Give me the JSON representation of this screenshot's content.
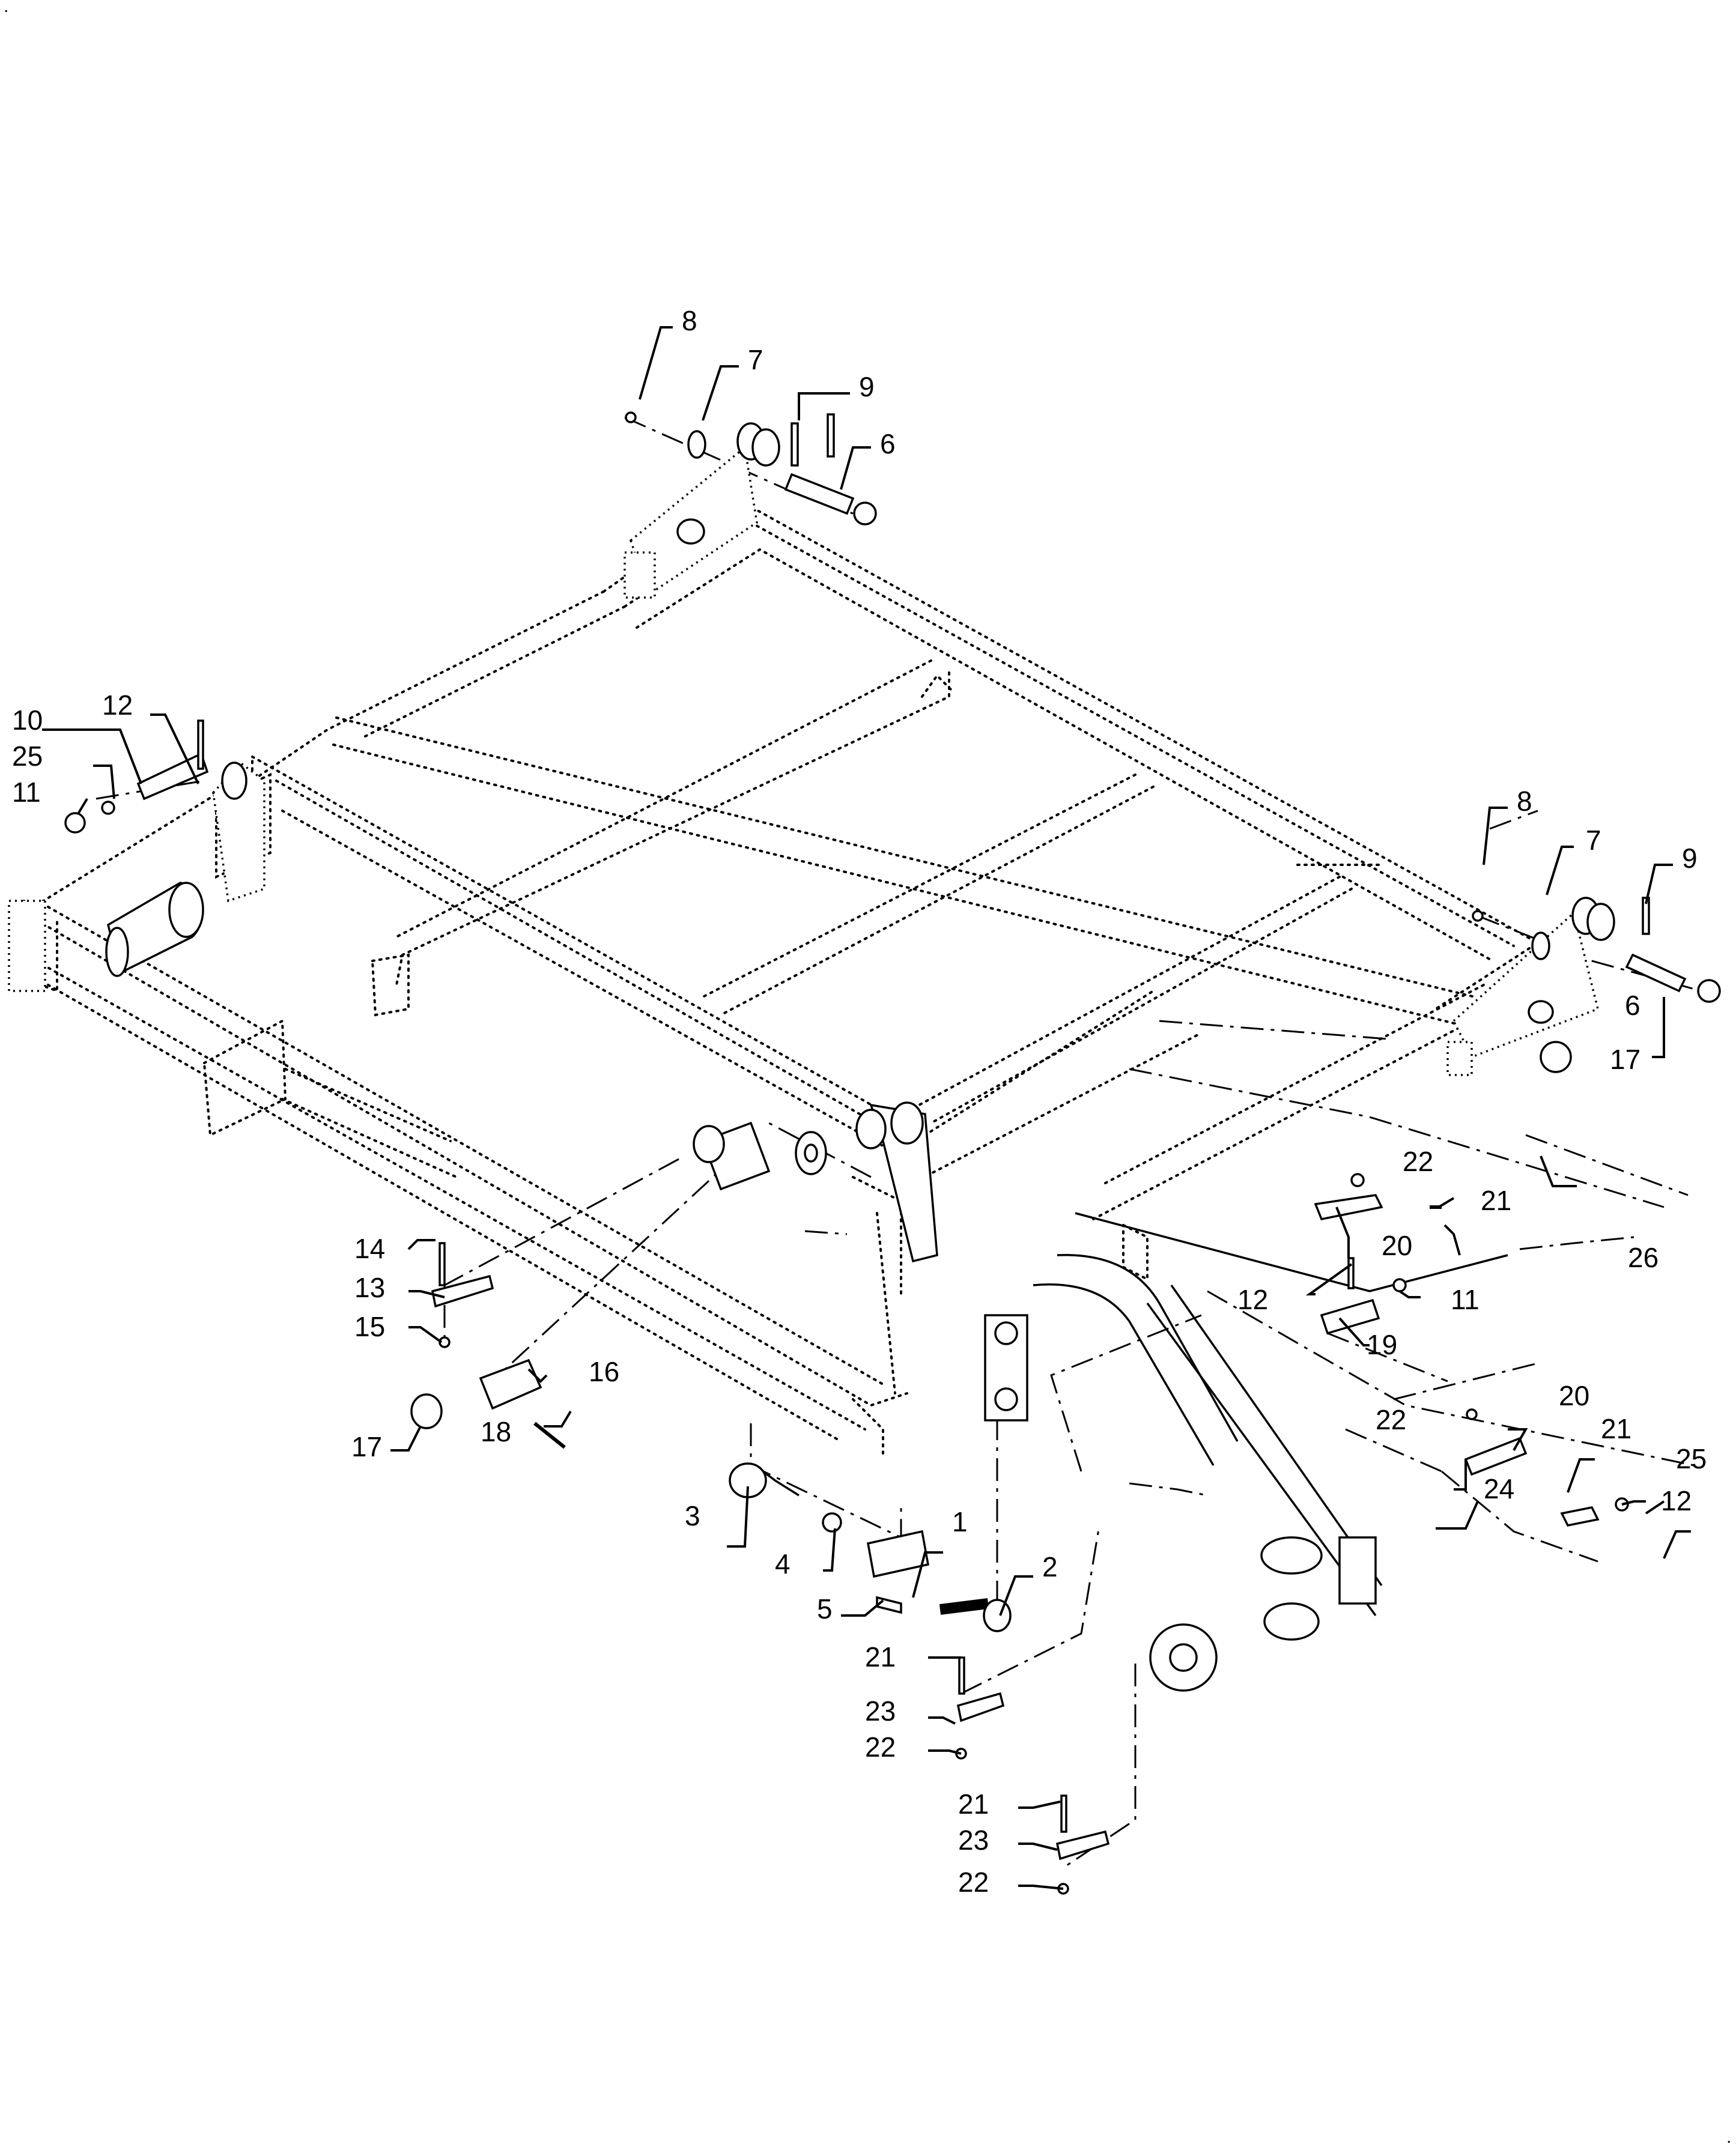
{
  "labels": [
    {
      "text": "1"
    },
    {
      "text": "2"
    },
    {
      "text": "3"
    },
    {
      "text": "4"
    },
    {
      "text": "5"
    },
    {
      "text": "6"
    },
    {
      "text": "7"
    },
    {
      "text": "8"
    },
    {
      "text": "9"
    },
    {
      "text": "6"
    },
    {
      "text": "7"
    },
    {
      "text": "8"
    },
    {
      "text": "9"
    },
    {
      "text": "10"
    },
    {
      "text": "11"
    },
    {
      "text": "12"
    },
    {
      "text": "25"
    },
    {
      "text": "11"
    },
    {
      "text": "12"
    },
    {
      "text": "13"
    },
    {
      "text": "14"
    },
    {
      "text": "15"
    },
    {
      "text": "16"
    },
    {
      "text": "17"
    },
    {
      "text": "17"
    },
    {
      "text": "18"
    },
    {
      "text": "19"
    },
    {
      "text": "20"
    },
    {
      "text": "20"
    },
    {
      "text": "21"
    },
    {
      "text": "21"
    },
    {
      "text": "21"
    },
    {
      "text": "21"
    },
    {
      "text": "22"
    },
    {
      "text": "22"
    },
    {
      "text": "22"
    },
    {
      "text": "22"
    },
    {
      "text": "23"
    },
    {
      "text": "23"
    },
    {
      "text": "24"
    },
    {
      "text": "25"
    },
    {
      "text": "26"
    },
    {
      "text": "12"
    }
  ],
  "corner_marks": {
    "top_left": ".",
    "bottom_right": "."
  }
}
